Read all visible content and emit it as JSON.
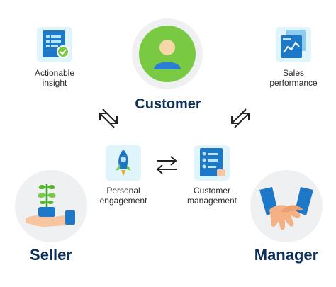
{
  "customer": {
    "label": "Customer"
  },
  "seller": {
    "label": "Seller"
  },
  "manager": {
    "label": "Manager"
  },
  "nodes": {
    "actionable_insight": {
      "label": "Actionable\ninsight",
      "icon": "checklist-document-icon"
    },
    "sales_performance": {
      "label": "Sales\nperformance",
      "icon": "performance-chart-icon"
    },
    "personal_engagement": {
      "label": "Personal\nengagement",
      "icon": "rocket-icon"
    },
    "customer_management": {
      "label": "Customer\nmanagement",
      "icon": "contact-list-icon"
    }
  },
  "colors": {
    "heading": "#0e2f5a",
    "accent_blue": "#1e78c8",
    "green": "#7ac943",
    "tile_bg": "#dff4fb",
    "circle_bg": "#eef0f2"
  }
}
